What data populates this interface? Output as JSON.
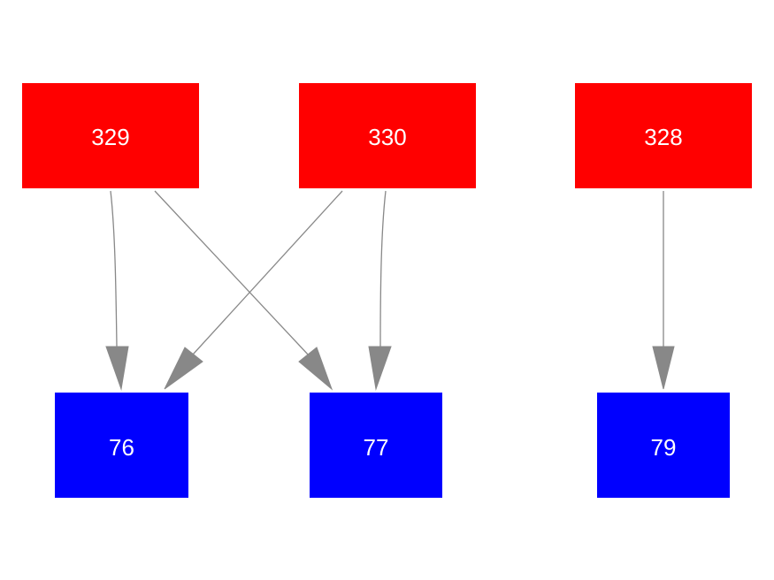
{
  "colors": {
    "parent_fill": "#ff0000",
    "child_fill": "#0000ff",
    "edge": "#888888",
    "label": "#ffffff",
    "background": "#ffffff"
  },
  "nodes": {
    "n329": {
      "label": "329",
      "kind": "parent"
    },
    "n330": {
      "label": "330",
      "kind": "parent"
    },
    "n328": {
      "label": "328",
      "kind": "parent"
    },
    "n76": {
      "label": "76",
      "kind": "child"
    },
    "n77": {
      "label": "77",
      "kind": "child"
    },
    "n79": {
      "label": "79",
      "kind": "child"
    }
  },
  "edges": [
    {
      "from": "329",
      "to": "76"
    },
    {
      "from": "329",
      "to": "77"
    },
    {
      "from": "330",
      "to": "76"
    },
    {
      "from": "330",
      "to": "77"
    },
    {
      "from": "328",
      "to": "79"
    }
  ]
}
